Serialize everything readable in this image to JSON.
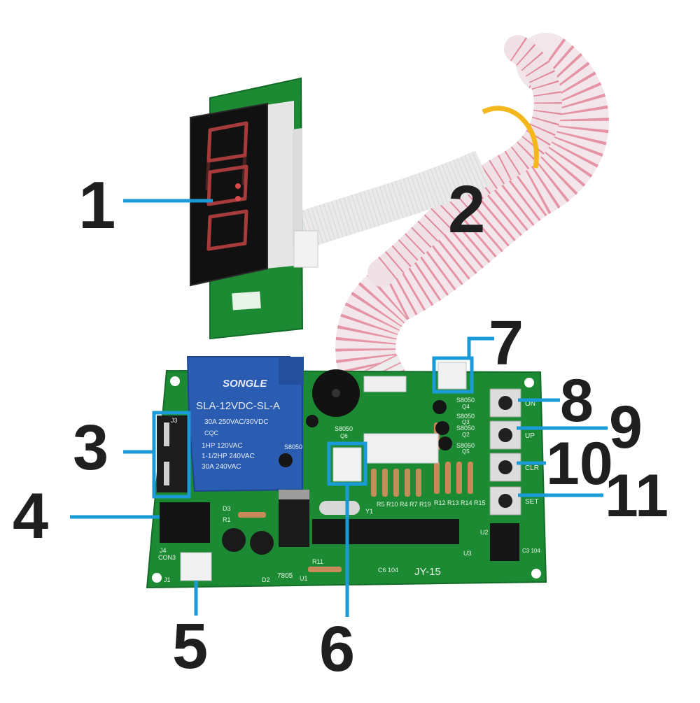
{
  "callouts": [
    {
      "id": "1",
      "label": "1"
    },
    {
      "id": "2",
      "label": "2"
    },
    {
      "id": "3",
      "label": "3"
    },
    {
      "id": "4",
      "label": "4"
    },
    {
      "id": "5",
      "label": "5"
    },
    {
      "id": "6",
      "label": "6"
    },
    {
      "id": "7",
      "label": "7"
    },
    {
      "id": "8",
      "label": "8"
    },
    {
      "id": "9",
      "label": "9"
    },
    {
      "id": "10",
      "label": "10"
    },
    {
      "id": "11",
      "label": "11"
    }
  ],
  "relay": {
    "brand": "SONGLE",
    "model": "SLA-12VDC-SL-A",
    "rating1": "30A  250VAC/30VDC",
    "cert": "CQC",
    "rating2": "1HP 120VAC",
    "rating3": "1-1/2HP 240VAC",
    "rating4": "30A 240VAC"
  },
  "board": {
    "name": "JY-15",
    "buttons": [
      "ON",
      "UP",
      "CLR",
      "SET"
    ],
    "transistor_label": "S8050",
    "regulator": "7805",
    "cap_label": "C6 104",
    "refs": [
      "J3",
      "J4",
      "CON3",
      "J1",
      "D3",
      "R1",
      "D2",
      "U1",
      "R11",
      "Y1",
      "U3",
      "U2",
      "C3 104",
      "Q4",
      "Q3",
      "Q2",
      "Q5",
      "Q6",
      "R5 R10 R4 R7 R19",
      "R12 R13 R14 R15"
    ]
  },
  "colors": {
    "pcb": "#1c8a33",
    "relay": "#2a5cb2",
    "leader": "#1a9ad6",
    "ribbon_red": "#d9506c",
    "display_red": "#e23b3b"
  }
}
